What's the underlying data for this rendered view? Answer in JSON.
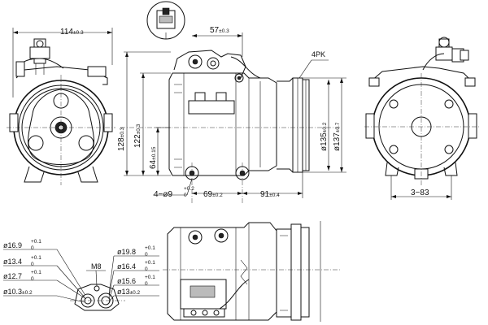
{
  "dimensions": {
    "overall_width": {
      "main": "114",
      "tol": "±0.3"
    },
    "connector_offset": {
      "main": "57",
      "tol": "±0.3"
    },
    "belt_profile": "4PK",
    "total_height": {
      "main": "128",
      "tol": "±0.3"
    },
    "body_height": {
      "main": "122",
      "tol": "±0.3"
    },
    "center_height": {
      "main": "64",
      "tol": "±0.15"
    },
    "pulley_diameter": {
      "main": "ø135",
      "tol": "±0.2"
    },
    "pulley_outer_diameter": {
      "main": "ø137",
      "tol": "±0.7"
    },
    "mount_holes": {
      "main": "4−ø9",
      "tol_upper": "+0.2",
      "tol_lower": "0"
    },
    "mount_spacing_a": {
      "main": "69",
      "tol": "±0.2"
    },
    "mount_spacing_b": {
      "main": "91",
      "tol": "±0.4"
    },
    "rear_width": "3−83"
  },
  "port_detail": {
    "thread": "M8",
    "left": [
      {
        "main": "ø16.9",
        "tol_upper": "+0.1",
        "tol_lower": "0"
      },
      {
        "main": "ø13.4",
        "tol_upper": "+0.1",
        "tol_lower": "0"
      },
      {
        "main": "ø12.7",
        "tol_upper": "+0.1",
        "tol_lower": "0"
      },
      {
        "main": "ø10.3",
        "tol": "±0.2"
      }
    ],
    "right": [
      {
        "main": "ø19.8",
        "tol_upper": "+0.1",
        "tol_lower": "0"
      },
      {
        "main": "ø16.4",
        "tol_upper": "+0.1",
        "tol_lower": "0"
      },
      {
        "main": "ø15.6",
        "tol_upper": "+0.1",
        "tol_lower": "0"
      },
      {
        "main": "ø13",
        "tol": "±0.2"
      }
    ]
  },
  "views": [
    "front-view",
    "side-view",
    "rear-view",
    "top-view",
    "port-detail",
    "connector-detail"
  ]
}
